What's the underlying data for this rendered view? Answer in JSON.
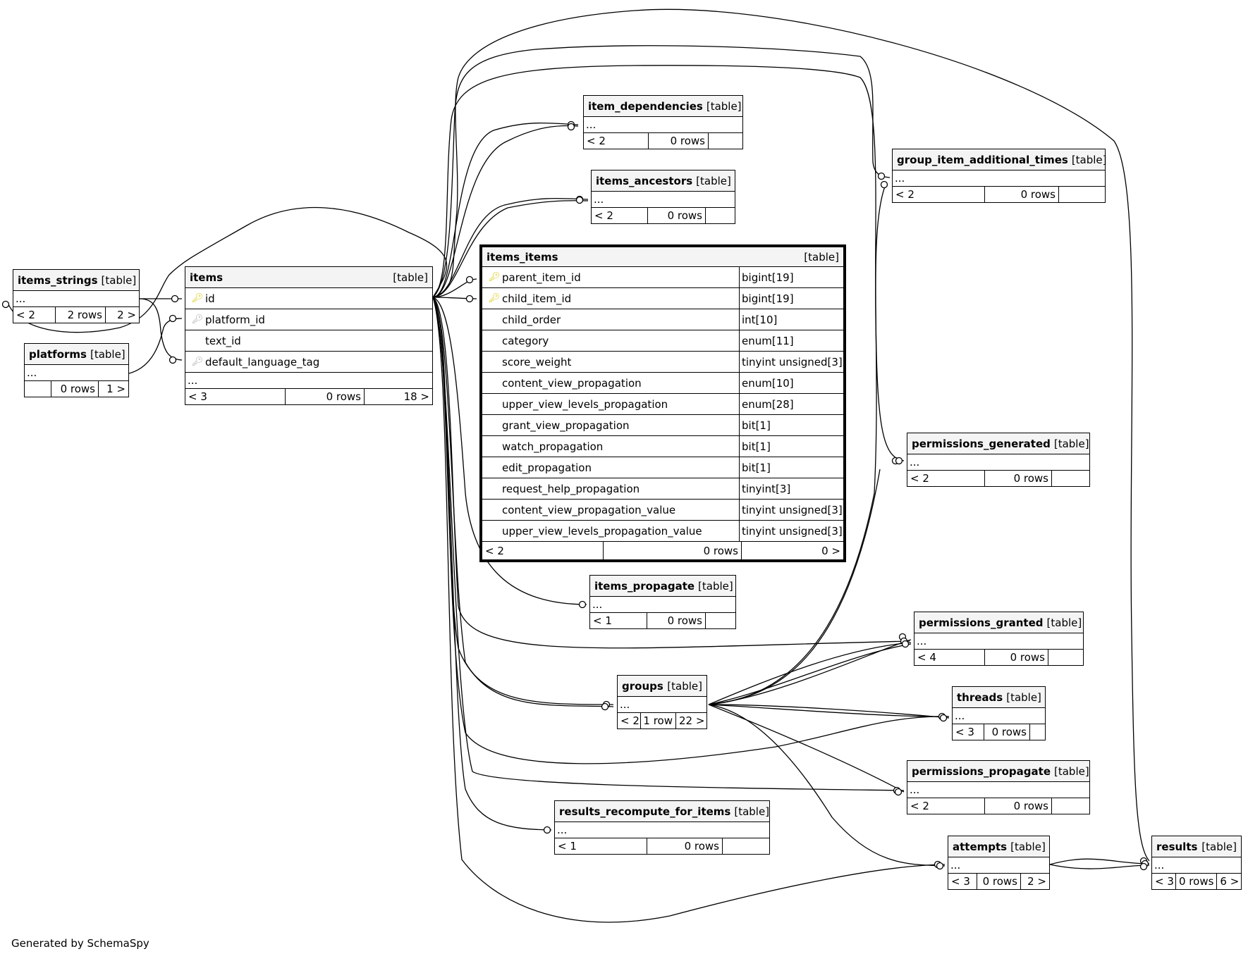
{
  "credit": "Generated by SchemaSpy",
  "tables": {
    "items_strings": {
      "name": "items_strings",
      "tag": "[table]",
      "more": "...",
      "parents": "< 2",
      "rows": "2 rows",
      "children": "2 >"
    },
    "platforms": {
      "name": "platforms",
      "tag": "[table]",
      "more": "...",
      "parents": "",
      "rows": "0 rows",
      "children": "1 >"
    },
    "items": {
      "name": "items",
      "tag": "[table]",
      "columns": [
        {
          "name": "id",
          "key": "pk"
        },
        {
          "name": "platform_id",
          "key": "fk"
        },
        {
          "name": "text_id",
          "key": ""
        },
        {
          "name": "default_language_tag",
          "key": "fk"
        }
      ],
      "more": "...",
      "parents": "< 3",
      "rows": "0 rows",
      "children": "18 >"
    },
    "item_dependencies": {
      "name": "item_dependencies",
      "tag": "[table]",
      "more": "...",
      "parents": "< 2",
      "rows": "0 rows",
      "children": ""
    },
    "items_ancestors": {
      "name": "items_ancestors",
      "tag": "[table]",
      "more": "...",
      "parents": "< 2",
      "rows": "0 rows",
      "children": ""
    },
    "items_items": {
      "name": "items_items",
      "tag": "[table]",
      "columns": [
        {
          "name": "parent_item_id",
          "type": "bigint[19]",
          "key": "pk"
        },
        {
          "name": "child_item_id",
          "type": "bigint[19]",
          "key": "pk"
        },
        {
          "name": "child_order",
          "type": "int[10]",
          "key": ""
        },
        {
          "name": "category",
          "type": "enum[11]",
          "key": ""
        },
        {
          "name": "score_weight",
          "type": "tinyint unsigned[3]",
          "key": ""
        },
        {
          "name": "content_view_propagation",
          "type": "enum[10]",
          "key": ""
        },
        {
          "name": "upper_view_levels_propagation",
          "type": "enum[28]",
          "key": ""
        },
        {
          "name": "grant_view_propagation",
          "type": "bit[1]",
          "key": ""
        },
        {
          "name": "watch_propagation",
          "type": "bit[1]",
          "key": ""
        },
        {
          "name": "edit_propagation",
          "type": "bit[1]",
          "key": ""
        },
        {
          "name": "request_help_propagation",
          "type": "tinyint[3]",
          "key": ""
        },
        {
          "name": "content_view_propagation_value",
          "type": "tinyint unsigned[3]",
          "key": ""
        },
        {
          "name": "upper_view_levels_propagation_value",
          "type": "tinyint unsigned[3]",
          "key": ""
        }
      ],
      "parents": "< 2",
      "rows": "0 rows",
      "children": "0 >"
    },
    "items_propagate": {
      "name": "items_propagate",
      "tag": "[table]",
      "more": "...",
      "parents": "< 1",
      "rows": "0 rows",
      "children": ""
    },
    "groups": {
      "name": "groups",
      "tag": "[table]",
      "more": "...",
      "parents": "< 2",
      "rows": "1 row",
      "children": "22 >"
    },
    "results_recompute_for_items": {
      "name": "results_recompute_for_items",
      "tag": "[table]",
      "more": "...",
      "parents": "< 1",
      "rows": "0 rows",
      "children": ""
    },
    "group_item_additional_times": {
      "name": "group_item_additional_times",
      "tag": "[table]",
      "more": "...",
      "parents": "< 2",
      "rows": "0 rows",
      "children": ""
    },
    "permissions_generated": {
      "name": "permissions_generated",
      "tag": "[table]",
      "more": "...",
      "parents": "< 2",
      "rows": "0 rows",
      "children": ""
    },
    "permissions_granted": {
      "name": "permissions_granted",
      "tag": "[table]",
      "more": "...",
      "parents": "< 4",
      "rows": "0 rows",
      "children": ""
    },
    "threads": {
      "name": "threads",
      "tag": "[table]",
      "more": "...",
      "parents": "< 3",
      "rows": "0 rows",
      "children": ""
    },
    "permissions_propagate": {
      "name": "permissions_propagate",
      "tag": "[table]",
      "more": "...",
      "parents": "< 2",
      "rows": "0 rows",
      "children": ""
    },
    "attempts": {
      "name": "attempts",
      "tag": "[table]",
      "more": "...",
      "parents": "< 3",
      "rows": "0 rows",
      "children": "2 >"
    },
    "results": {
      "name": "results",
      "tag": "[table]",
      "more": "...",
      "parents": "< 3",
      "rows": "0 rows",
      "children": "6 >"
    }
  }
}
